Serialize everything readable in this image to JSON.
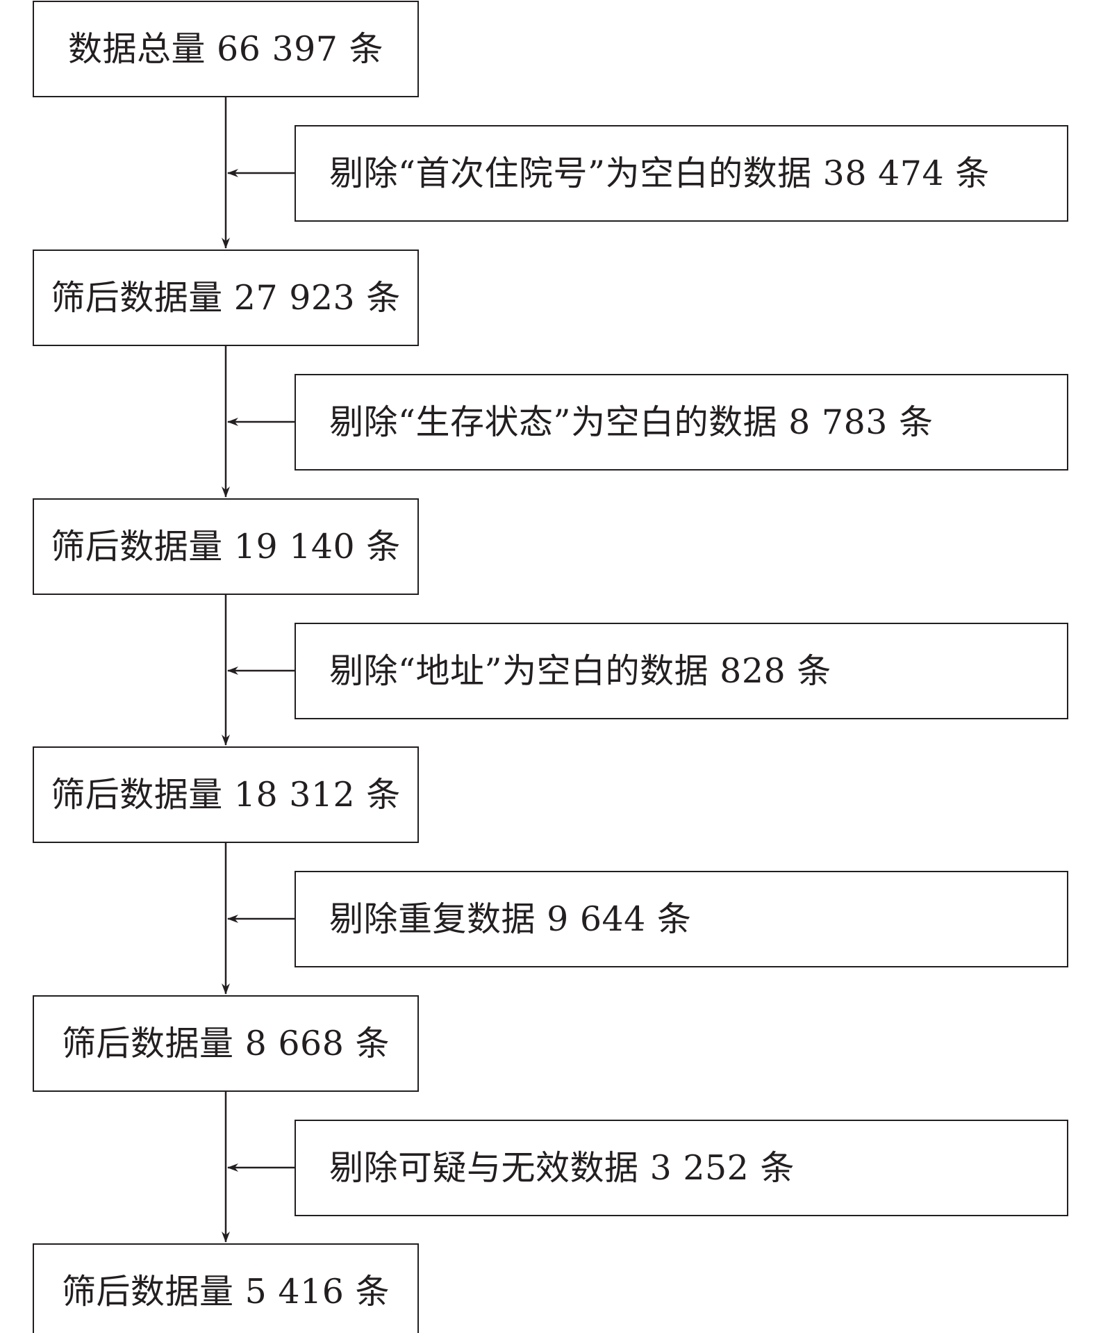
{
  "flow": {
    "steps": [
      {
        "label": "数据总量 66 397 条"
      },
      {
        "label": "筛后数据量 27 923 条"
      },
      {
        "label": "筛后数据量 19 140 条"
      },
      {
        "label": "筛后数据量 18 312 条"
      },
      {
        "label": "筛后数据量 8 668 条"
      },
      {
        "label": "筛后数据量 5 416 条"
      }
    ],
    "removals": [
      {
        "label": "剔除“首次住院号”为空白的数据 38 474 条"
      },
      {
        "label": "剔除“生存状态”为空白的数据 8 783 条"
      },
      {
        "label": "剔除“地址”为空白的数据 828 条"
      },
      {
        "label": "剔除重复数据 9 644 条"
      },
      {
        "label": "剔除可疑与无效数据 3 252 条"
      }
    ]
  }
}
